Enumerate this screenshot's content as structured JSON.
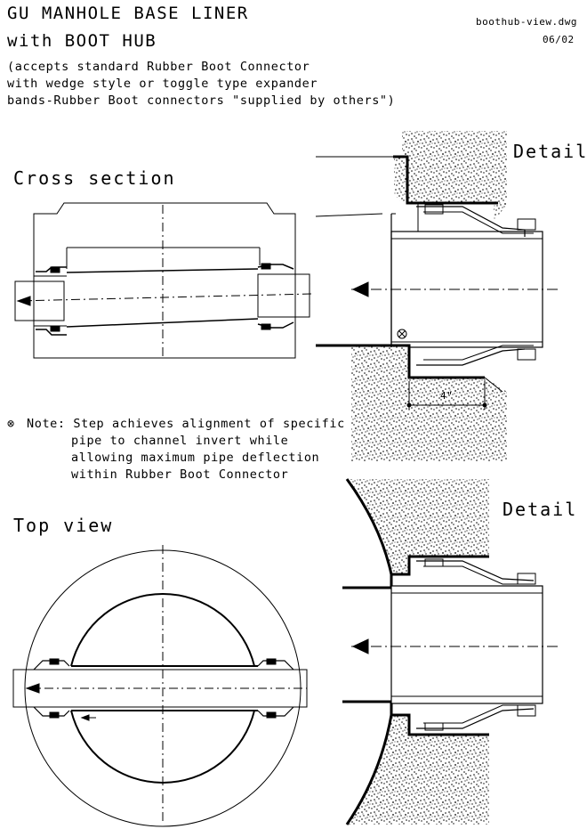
{
  "header": {
    "title_line1": "GU MANHOLE BASE LINER",
    "title_line2": "with BOOT HUB",
    "sub_line1": "(accepts standard Rubber Boot Connector",
    "sub_line2": "with wedge style or toggle type expander",
    "sub_line3": "bands-Rubber Boot connectors \"supplied by others\")",
    "filename": "boothub-view.dwg",
    "date": "06/02"
  },
  "cross_section": {
    "label": "Cross section"
  },
  "top_view": {
    "label": "Top view"
  },
  "detail_top": {
    "label": "Detail",
    "dimension": "4\""
  },
  "detail_bottom": {
    "label": "Detail"
  },
  "note": {
    "symbol": "⊗",
    "line1": "Note: Step achieves alignment of specific",
    "line2": "pipe to channel invert while",
    "line3": "allowing maximum pipe deflection",
    "line4": "within Rubber Boot Connector"
  }
}
